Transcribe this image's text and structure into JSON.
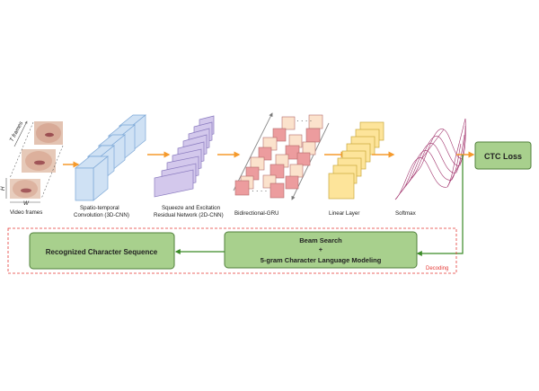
{
  "diagram": {
    "video_frames": {
      "t_frames_label": "T frames",
      "h_label": "H",
      "w_label": "W",
      "caption": "Video frames"
    },
    "stages": [
      {
        "id": "stcnn",
        "lines": [
          "Spatio-temporal",
          "Convolution (3D-CNN)"
        ]
      },
      {
        "id": "se",
        "lines": [
          "Squeeze and Excitation",
          "Residual Network (2D-CNN)"
        ]
      },
      {
        "id": "gru",
        "lines": [
          "Bidirectional-GRU"
        ]
      },
      {
        "id": "linear",
        "lines": [
          "Linear Layer"
        ]
      },
      {
        "id": "softmax",
        "lines": [
          "Softmax"
        ]
      }
    ],
    "ctc_loss": "CTC Loss",
    "beam_search": {
      "line1": "Beam Search",
      "line2": "+",
      "line3": "5-gram Character Language Modeling"
    },
    "recognized": "Recognized Character Sequence",
    "decoding_label": "Decoding",
    "colors": {
      "arrow_orange": "#f59a2c",
      "arrow_green": "#3a8a26",
      "green_fill": "#a8d08d",
      "green_stroke": "#4f7f3a",
      "blue_cube": "#cfe1f4",
      "purple": "#d3c8ec",
      "pink": "#ec9c9e",
      "peach": "#fbe2cc",
      "yellow": "#fde49a",
      "softmax_line": "#a0306a",
      "dashed_red": "#e53935"
    }
  }
}
